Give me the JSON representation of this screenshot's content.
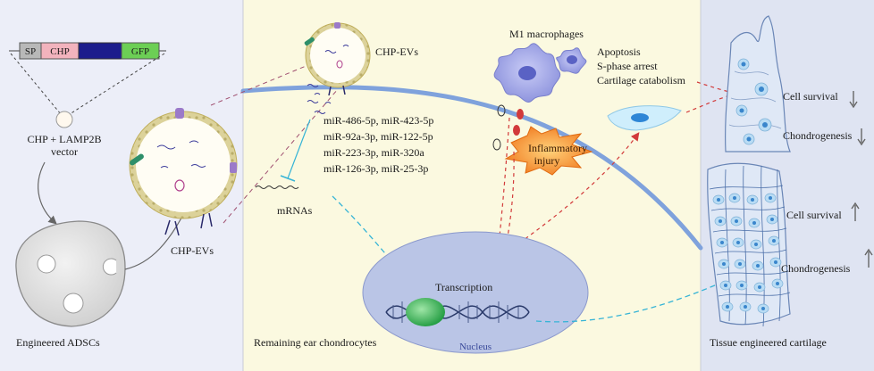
{
  "panels": {
    "left": "Engineered ADSCs",
    "middle": "Remaining ear chondrocytes",
    "right": "Tissue engineered cartilage"
  },
  "vector": {
    "segments": [
      "SP",
      "CHP",
      "",
      "GFP"
    ],
    "caption_line1": "CHP + LAMP2B",
    "caption_line2": "vector"
  },
  "ev_labels": {
    "top": "CHP-EVs",
    "left": "CHP-EVs"
  },
  "mirnas": [
    "miR-486-5p, miR-423-5p",
    "miR-92a-3p, miR-122-5p",
    "miR-223-3p, miR-320a",
    "miR-126-3p, miR-25-3p"
  ],
  "mrnas": "mRNAs",
  "macrophages": "M1 macrophages",
  "effects": [
    "Apoptosis",
    "S-phase arrest",
    "Cartilage catabolism"
  ],
  "inflammatory": [
    "Inflammatory",
    "injury"
  ],
  "transcription": "Transcription",
  "nucleus": "Nucleus",
  "outcomes_top": {
    "survival": "Cell survival",
    "chondro": "Chondrogenesis",
    "direction": "down"
  },
  "outcomes_bottom": {
    "survival": "Cell survival",
    "chondro": "Chondrogenesis",
    "direction": "up"
  },
  "colors": {
    "left_panel": "#eceef8",
    "middle_panel": "#fbf9e0",
    "right_panel": "#dfe4f2",
    "main_curve": "#7fa2dc",
    "nucleus_fill": "#bac5e6",
    "inflammation": "#f08a24",
    "red_dash": "#d23a3a",
    "cyan_dash": "#36b4d6",
    "vector_sp": "#b8b8b8",
    "vector_chp": "#f2b3bd",
    "vector_dark": "#1c1c8c",
    "vector_gfp": "#6ccf55",
    "macrophage": "#9aa0e6",
    "dna_green": "#2fa84e"
  }
}
